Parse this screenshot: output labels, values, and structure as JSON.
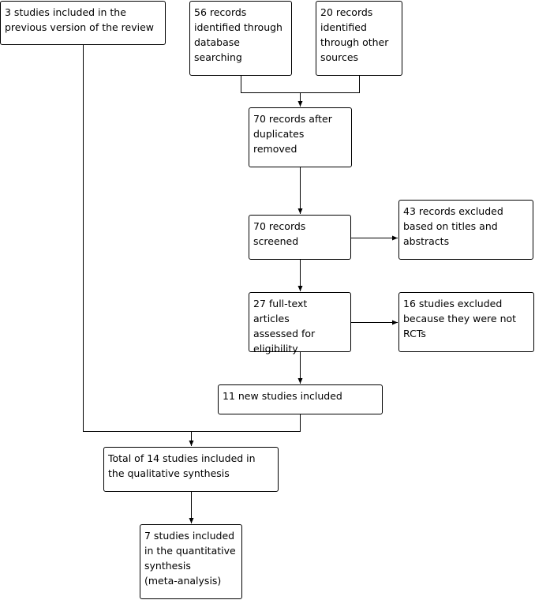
{
  "boxes": {
    "previous": {
      "lines": [
        "3 studies included in the",
        "previous version of the review"
      ]
    },
    "database": {
      "lines": [
        "56 records",
        "identified through",
        "database",
        "searching"
      ]
    },
    "other": {
      "lines": [
        "20 records",
        "identified",
        "through other",
        "sources"
      ]
    },
    "dedup": {
      "lines": [
        "70 records after",
        "duplicates",
        "removed"
      ]
    },
    "screened": {
      "lines": [
        "70 records",
        "screened"
      ]
    },
    "excluded_titles": {
      "lines": [
        "43 records excluded",
        "based on titles and",
        "abstracts"
      ]
    },
    "fulltext": {
      "lines": [
        "27 full-text articles",
        "assessed for",
        "eligibility"
      ]
    },
    "excluded_rct": {
      "lines": [
        "16 studies excluded",
        "because they were not",
        "RCTs"
      ]
    },
    "new_included": {
      "lines": [
        "11 new studies included"
      ]
    },
    "qualitative": {
      "lines": [
        "Total of 14 studies included in",
        "the qualitative synthesis"
      ]
    },
    "quantitative": {
      "lines": [
        "7 studies included",
        "in the quantitative",
        "synthesis",
        "(meta-analysis)"
      ]
    }
  }
}
